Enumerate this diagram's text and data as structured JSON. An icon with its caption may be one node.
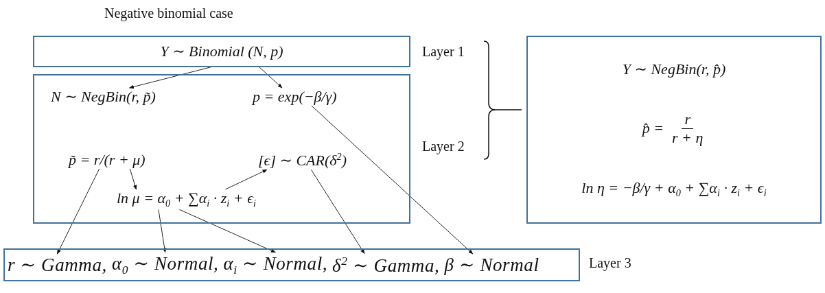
{
  "diagram": {
    "title": "Negative binomial case",
    "nodes": [
      {
        "text": [
          "Y ∼ Binomial (N, p)"
        ],
        "beside": [
          "Layer 1"
        ]
      },
      {
        "text": [],
        "shape": "box",
        "beside": [
          "Layer 2"
        ]
      },
      {
        "text": [
          "N ∼ NegBin(r, p̃)"
        ],
        "in": 1
      },
      {
        "text": [
          "p = exp(−β/γ)"
        ],
        "in": 1
      },
      {
        "text": [
          "p̃ = r/(r + μ)"
        ],
        "in": 1
      },
      {
        "text": [
          "[ϵ] ∼ CAR(δ$^{2}$)"
        ],
        "in": 1
      },
      {
        "text": [
          "ln μ = α$_{0}$ + ∑α$_{i}$ · z$_{i}$ + ϵ$_{i}$"
        ],
        "in": 1
      },
      {
        "text": [],
        "shape": "box",
        "beside": [
          "Layer 3"
        ]
      },
      {
        "text": [
          "r ∼ Gamma,"
        ],
        "in": 7
      },
      {
        "text": [
          "α$_{0}$ ∼ Normal,"
        ],
        "in": 7
      },
      {
        "text": [
          "α$_{i}$ ∼ Normal,"
        ],
        "in": 7
      },
      {
        "text": [
          "δ$^{2}$ ∼ Gamma,"
        ],
        "in": 7
      },
      {
        "text": [
          "β ∼ Normal"
        ],
        "in": 7
      },
      {
        "text": [
          "Y ∼ NegBin(r, p̂)",
          "p̂ =",
          "r",
          "r + η",
          "ln η = −β/γ + α$_{0}$ + ∑α$_{i}$ · z$_{i}$ + ϵ$_{i}$"
        ]
      }
    ],
    "edges": [
      {
        "from": 0,
        "to": 2,
        "arrow": "to"
      },
      {
        "from": 0,
        "to": 3,
        "arrow": "to"
      },
      {
        "from": 4,
        "to": 6,
        "arrow": "to"
      },
      {
        "from": 6,
        "to": 5,
        "arrow": "to"
      },
      {
        "from": 4,
        "to": 8,
        "arrow": "to"
      },
      {
        "from": 6,
        "to": 9,
        "arrow": "to"
      },
      {
        "from": 6,
        "to": 10,
        "arrow": "to"
      },
      {
        "from": 5,
        "to": 11,
        "arrow": "to"
      },
      {
        "from": 3,
        "to": 12,
        "arrow": "to"
      }
    ]
  }
}
